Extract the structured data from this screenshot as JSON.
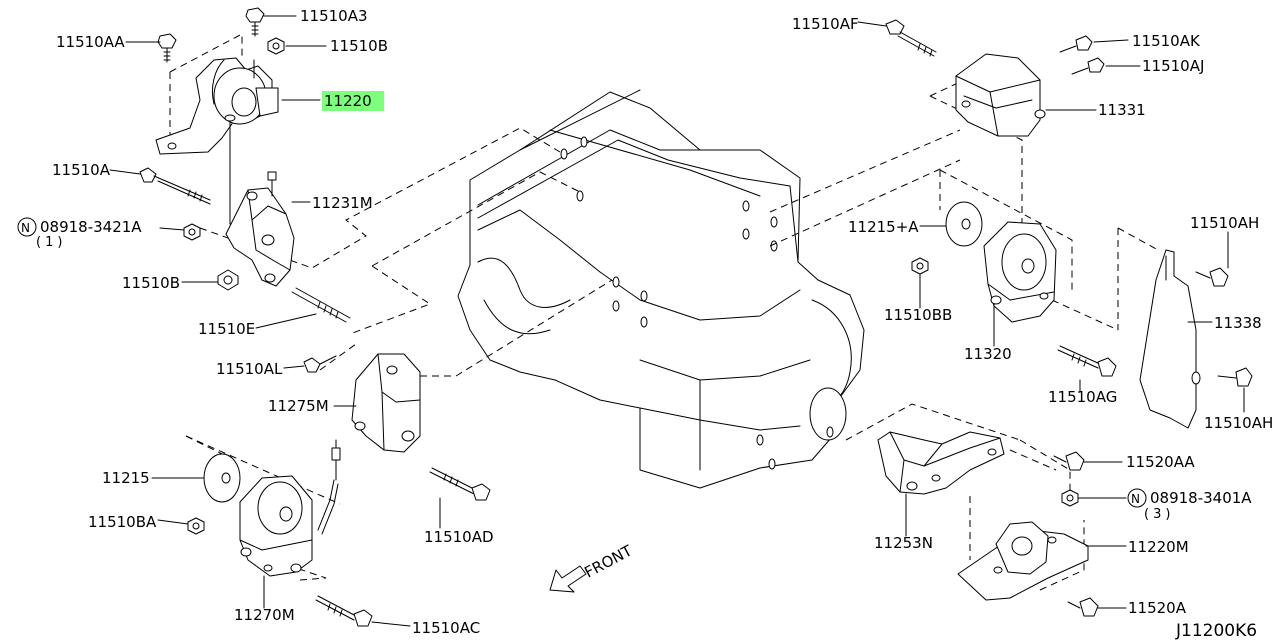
{
  "diagram_code": "J11200K6",
  "front_label": "FRONT",
  "highlight_color": "#7dff7d",
  "labels": {
    "p11510AA": "11510AA",
    "p11510A3": "11510A3",
    "p11510B_top": "11510B",
    "p11220": "11220",
    "p11510A": "11510A",
    "p11231M": "11231M",
    "n08918_3421A": "08918-3421A",
    "n08918_3421A_qty": "(1)",
    "p11510B": "11510B",
    "p11510E": "11510E",
    "p11510AL": "11510AL",
    "p11275M": "11275M",
    "p11215": "11215",
    "p11510BA": "11510BA",
    "p11510AD": "11510AD",
    "p11270M": "11270M",
    "p11510AC": "11510AC",
    "p11510AF": "11510AF",
    "p11510AK": "11510AK",
    "p11510AJ": "11510AJ",
    "p11331": "11331",
    "p11215A": "11215+A",
    "p11510BB": "11510BB",
    "p11320": "11320",
    "p11510AG": "11510AG",
    "p11510AH_top": "11510AH",
    "p11338": "11338",
    "p11510AH_bot": "11510AH",
    "p11520AA": "11520AA",
    "n08918_3401A": "08918-3401A",
    "n08918_3401A_qty": "(3)",
    "p11253N": "11253N",
    "p11220M": "11220M",
    "p11520A": "11520A"
  }
}
